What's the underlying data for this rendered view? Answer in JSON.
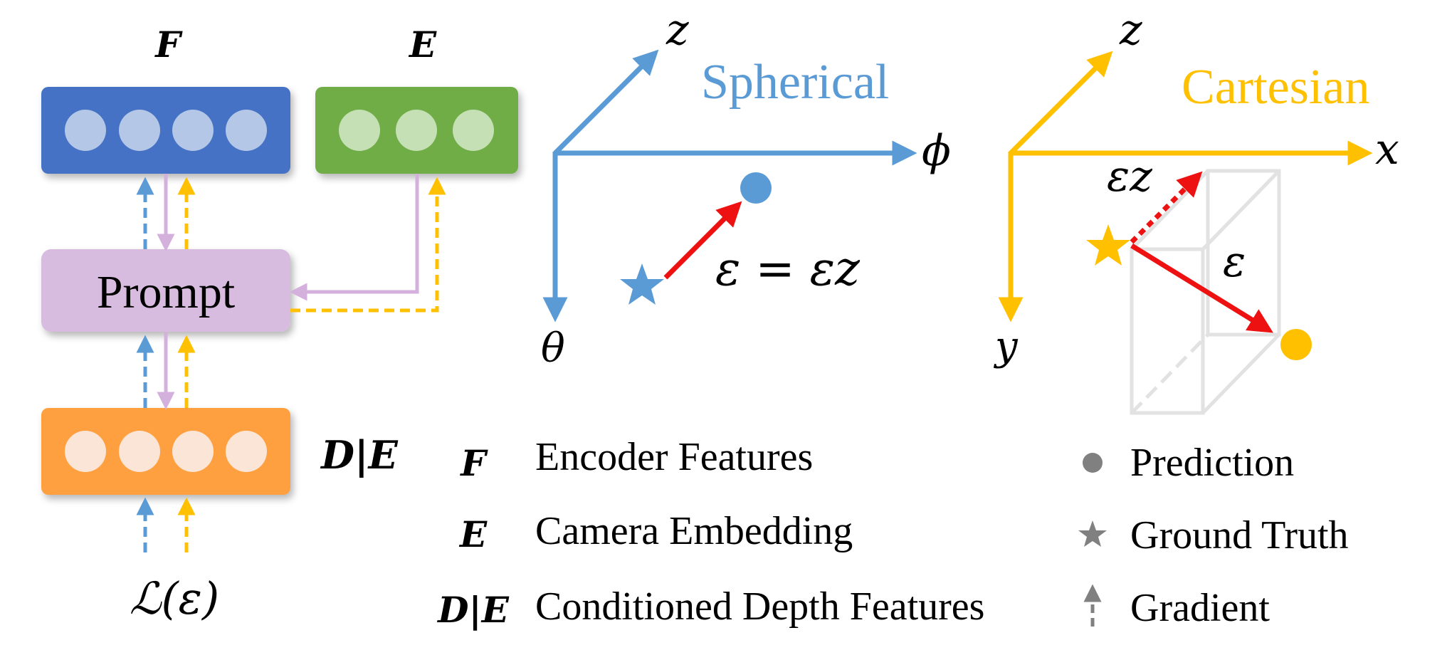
{
  "colors": {
    "blue": "#5b9bd5",
    "encoder_box": "#4472c4",
    "embedding_box": "#70ad47",
    "prompt_box": "#d8bcdf",
    "depth_box": "#ffa040",
    "yellow": "#ffc000",
    "red": "#ee1111",
    "pink": "#d4b0dc",
    "grey_box": "#e5e5e5",
    "legend_grey": "#808080"
  },
  "blocks": {
    "encoder_label": "F",
    "embedding_label": "E",
    "prompt_label": "Prompt",
    "depth_label": "D|E",
    "loss_label": "ℒ(ε)"
  },
  "spherical": {
    "title": "Spherical",
    "axis_z": "z",
    "axis_phi": "ϕ",
    "axis_theta": "θ",
    "error_label": "ε = εz"
  },
  "cartesian": {
    "title": "Cartesian",
    "axis_z": "z",
    "axis_x": "x",
    "axis_y": "y",
    "error_z_label": "εz",
    "error_label": "ε"
  },
  "legend_left": [
    {
      "symbol": "F",
      "text": "Encoder Features"
    },
    {
      "symbol": "E",
      "text": "Camera Embedding"
    },
    {
      "symbol": "D|E",
      "text": "Conditioned Depth Features"
    }
  ],
  "legend_right": [
    {
      "icon": "dot-icon",
      "text": "Prediction"
    },
    {
      "icon": "star-icon",
      "text": "Ground Truth"
    },
    {
      "icon": "gradient-arrow-icon",
      "text": "Gradient"
    }
  ]
}
